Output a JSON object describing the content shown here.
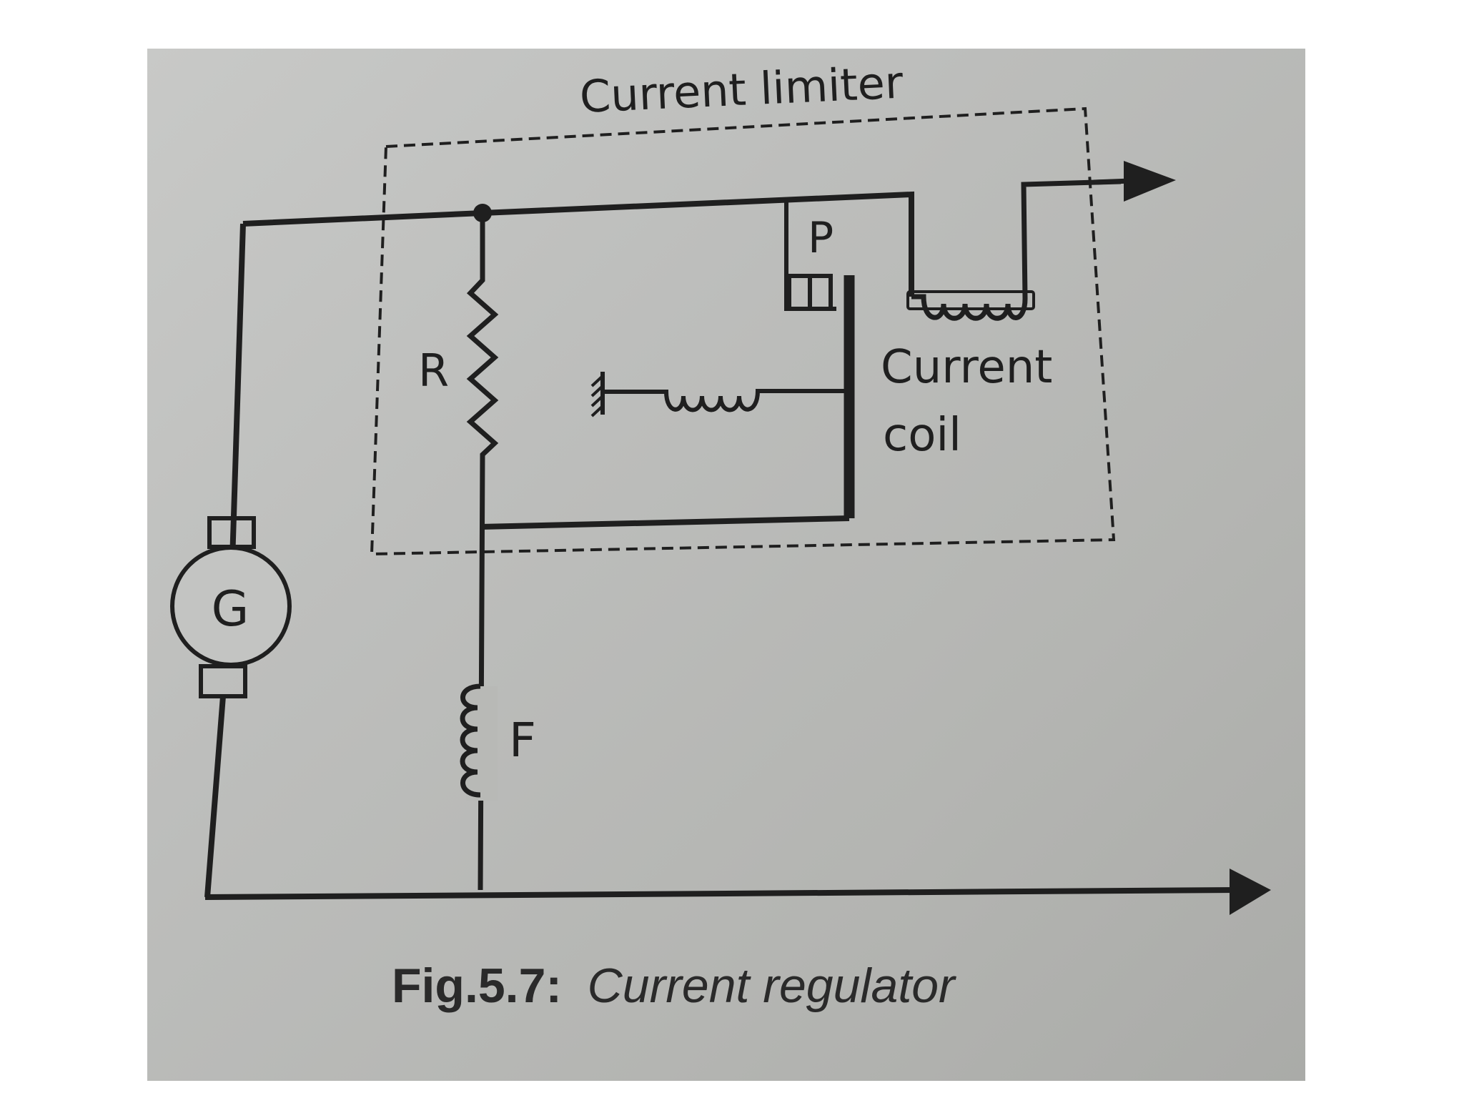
{
  "figure": {
    "box_label": "Current limiter",
    "resistor_label": "R",
    "contact_label": "P",
    "coil_label_line1": "Current",
    "coil_label_line2": "coil",
    "field_label": "F",
    "generator_label": "G",
    "caption_number": "Fig.5.7:",
    "caption_title": "Current regulator"
  },
  "colors": {
    "paper": "#bdbebc",
    "ink": "#1f1f1f"
  }
}
